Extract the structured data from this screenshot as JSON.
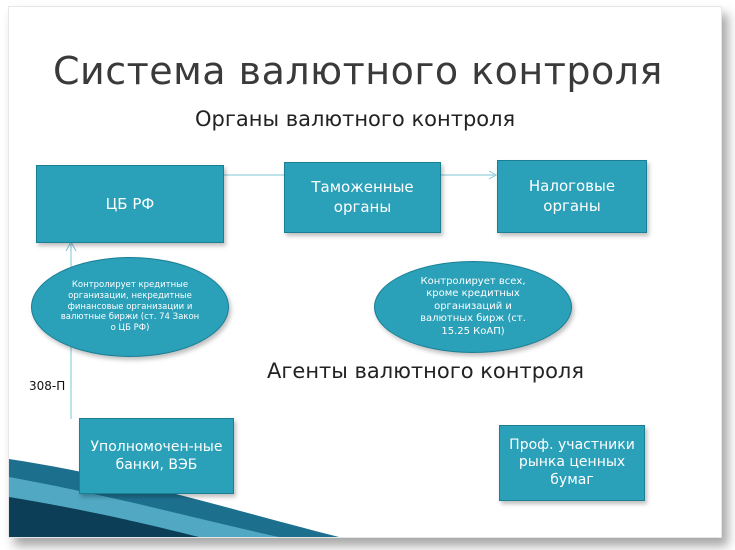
{
  "title": "Система валютного контроля",
  "subtitle_organs": "Органы валютного контроля",
  "subtitle_agents": "Агенты валютного контроля",
  "boxes": {
    "cb": "ЦБ РФ",
    "customs": "Таможенные органы",
    "tax": "Налоговые органы",
    "banks": "Уполномочен-ные банки, ВЭБ",
    "securities": "Проф. участники рынка ценных бумаг"
  },
  "ellipses": {
    "left": "Контролирует кредитные организации, некредитные финансовые организации и валютные биржи (ст. 74 Закон о ЦБ РФ)",
    "right": "Контролирует всех, кроме кредитных организаций и валютных бирж (ст. 15.25 КоАП)"
  },
  "note": "308-П",
  "colors": {
    "box_fill": "#2aa0b9",
    "swoosh": "#1d6f8e"
  }
}
